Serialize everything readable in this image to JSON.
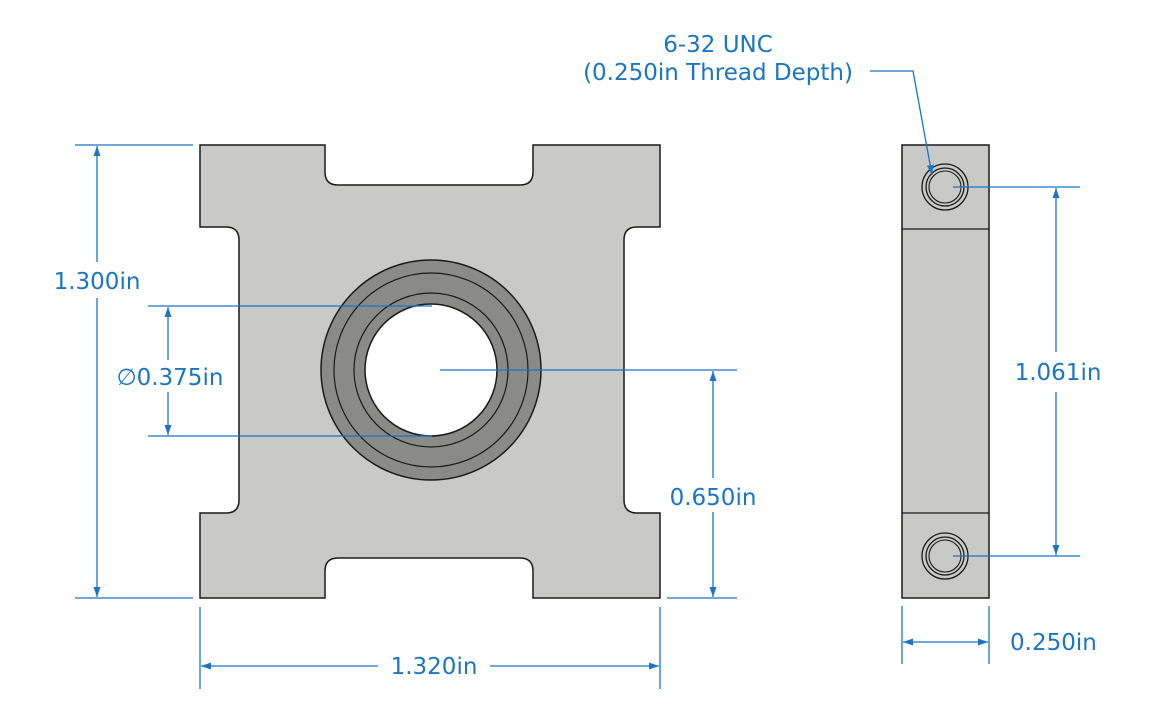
{
  "dimensions": {
    "height": "1.300in",
    "hole_diameter": "∅0.375in",
    "center_height": "0.650in",
    "width": "1.320in",
    "hole_spacing": "1.061in",
    "thickness": "0.250in"
  },
  "callout": {
    "line1": "6-32 UNC",
    "line2": "(0.250in Thread Depth)"
  },
  "colors": {
    "dimension": "#1a75c2",
    "part_fill": "#c9c9c8",
    "counterbore": "#8a8a89",
    "outline": "#1a1a1a"
  }
}
